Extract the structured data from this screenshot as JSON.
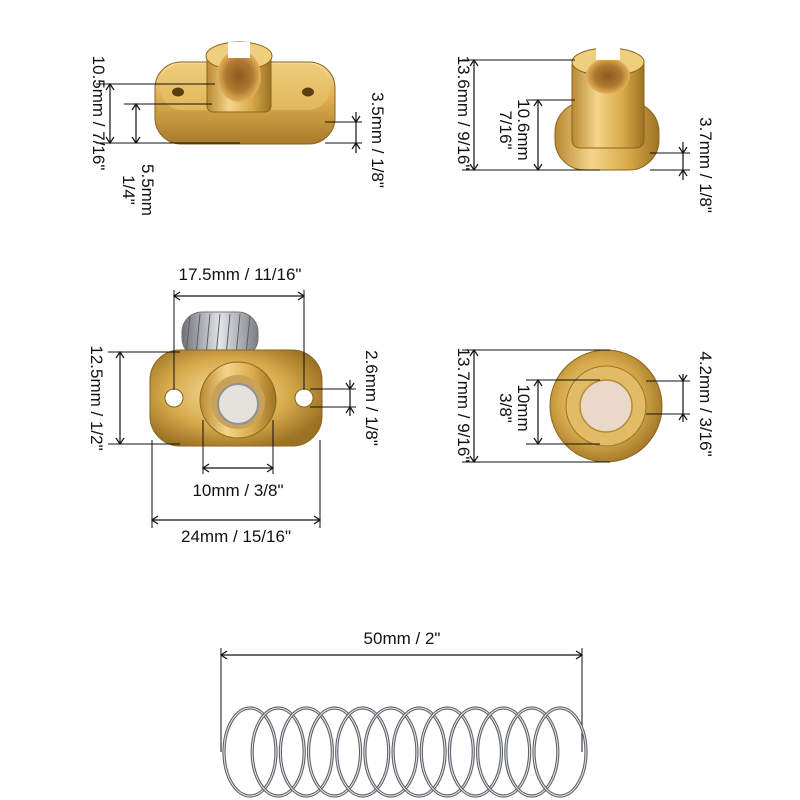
{
  "palette": {
    "brass_light": "#f3d58a",
    "brass_mid": "#d6a94a",
    "brass_dark": "#9c7224",
    "bore_inner": "#e8d6c4",
    "spring_steel": "#8d9196",
    "line": "#111111"
  },
  "parts": {
    "flange_nut_side": {
      "height": "10.5mm / 7/16\"",
      "base_height": "5.5mm",
      "base_height_in": "1/4\"",
      "flange_thickness": "3.5mm / 1/8\""
    },
    "round_nut_side": {
      "height": "13.6mm / 9/16\"",
      "body_height": "10.6mm",
      "body_height_in": "7/16\"",
      "flange_thickness": "3.7mm / 1/8\""
    },
    "flange_nut_top": {
      "hole_spacing": "17.5mm / 11/16\"",
      "width": "12.5mm / 1/2\"",
      "hole_diameter": "2.6mm / 1/8\"",
      "bore": "10mm / 3/8\"",
      "length": "24mm / 15/16\""
    },
    "round_nut_top": {
      "outer_diameter": "13.7mm / 9/16\"",
      "bore": "10mm",
      "bore_in": "3/8\"",
      "wall": "4.2mm / 3/16\""
    },
    "spring": {
      "length": "50mm / 2\""
    }
  }
}
